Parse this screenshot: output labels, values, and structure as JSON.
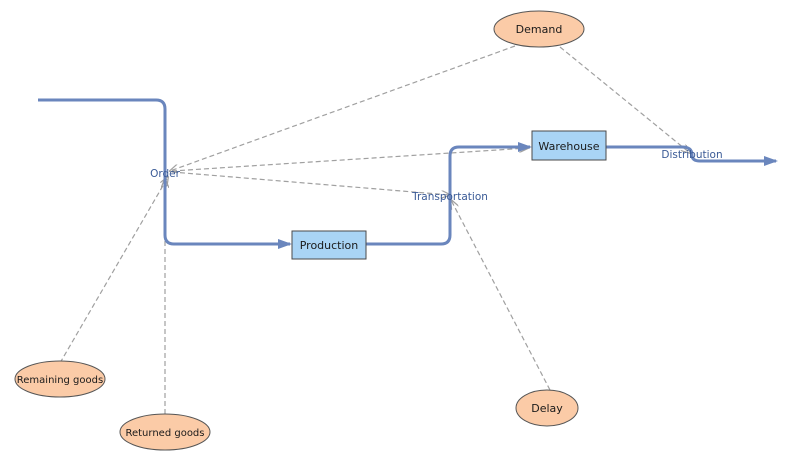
{
  "colors": {
    "flow": "#6a86bd",
    "influence": "#a0a0a0",
    "process_fill": "#a9d4f5",
    "process_stroke": "#4a4a4a",
    "factor_fill": "#fbcba7",
    "factor_stroke": "#555555",
    "label": "#3a5a96"
  },
  "processes": {
    "production": "Production",
    "warehouse": "Warehouse"
  },
  "factors": {
    "demand": "Demand",
    "remaining_goods": "Remaining goods",
    "returned_goods": "Returned goods",
    "delay": "Delay"
  },
  "flow_labels": {
    "order": "Order",
    "transportation": "Transportation",
    "distribution": "Distribution"
  }
}
